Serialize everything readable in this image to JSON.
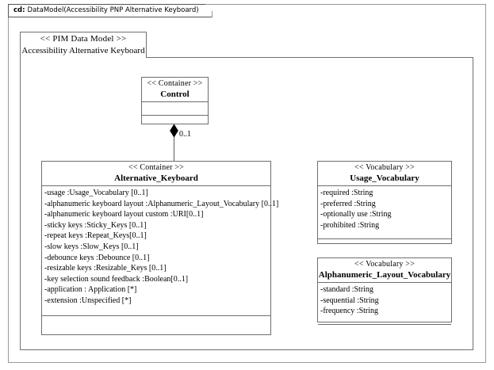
{
  "frame": {
    "kind_label": "cd:",
    "title": "DataModel(Accessibility PNP Alternative Keyboard)"
  },
  "package": {
    "stereotype": "<< PIM Data Model  >>",
    "name": "Accessibility Alternative Keyboard"
  },
  "classes": [
    {
      "stereotype": "<< Container  >>",
      "name": "Control",
      "attributes": []
    },
    {
      "stereotype": "<< Container  >>",
      "name": "Alternative_Keyboard",
      "attributes": [
        "-usage :Usage_Vocabulary [0..1]",
        "-alphanumeric keyboard layout   :Alphanumeric_Layout_Vocabulary    [0..1]",
        "-alphanumeric keyboard layout custom     :URI[0..1]",
        "-sticky keys :Sticky_Keys [0..1]",
        "-repeat keys :Repeat_Keys[0..1]",
        "-slow keys :Slow_Keys [0..1]",
        "-debounce keys :Debounce [0..1]",
        "-resizable keys :Resizable_Keys [0..1]",
        "-key selection sound feedback   :Boolean[0..1]",
        "-application : Application  [*]",
        "-extension :Unspecified [*]"
      ]
    },
    {
      "stereotype": "<< Vocabulary  >>",
      "name": "Usage_Vocabulary",
      "attributes": [
        "-required :String",
        "-preferred :String",
        "-optionally use  :String",
        "-prohibited :String"
      ]
    },
    {
      "stereotype": "<< Vocabulary  >>",
      "name": "Alphanumeric_Layout_Vocabulary",
      "attributes": [
        "-standard :String",
        "-sequential :String",
        "-frequency :String"
      ]
    }
  ],
  "association": {
    "type": "composition",
    "source": "Control",
    "target": "Alternative_Keyboard",
    "multiplicity": "0..1"
  },
  "colors": {
    "background": "#ffffff",
    "border": "#6e6e6e",
    "frame_border": "#9a9a9a",
    "text": "#000000",
    "diamond_fill": "#000000"
  }
}
